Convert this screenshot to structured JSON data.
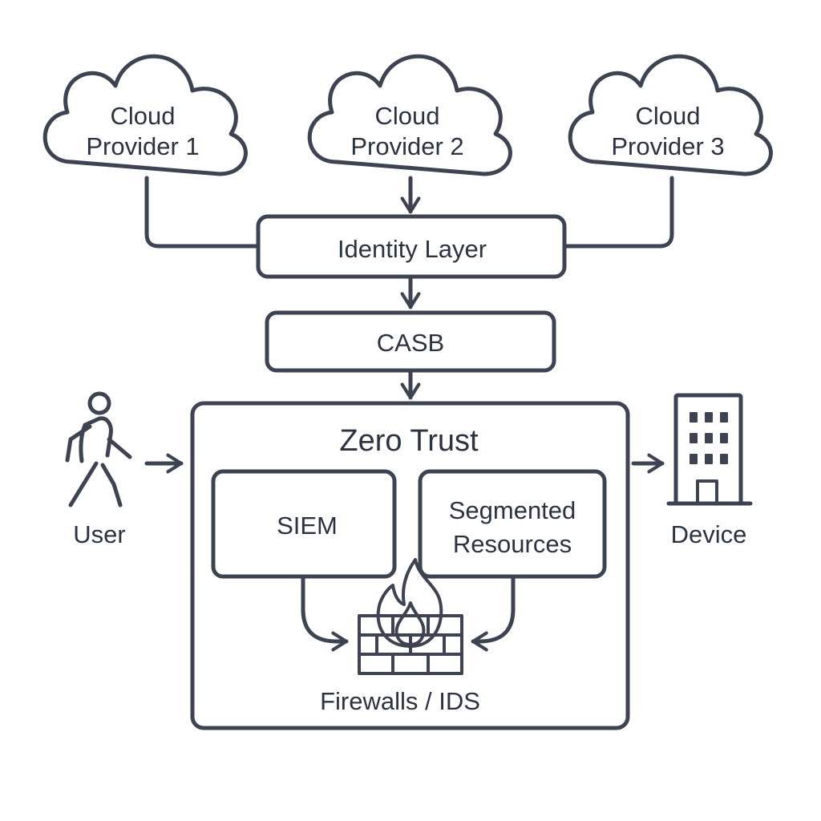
{
  "clouds": [
    {
      "line1": "Cloud",
      "line2": "Provider 1"
    },
    {
      "line1": "Cloud",
      "line2": "Provider 2"
    },
    {
      "line1": "Cloud",
      "line2": "Provider 3"
    }
  ],
  "identity_layer": {
    "label": "Identity Layer"
  },
  "casb": {
    "label": "CASB"
  },
  "zero_trust": {
    "title": "Zero Trust",
    "siem": {
      "label": "SIEM"
    },
    "segmented": {
      "line1": "Segmented",
      "line2": "Resources"
    },
    "firewall": {
      "label": "Firewalls / IDS",
      "icon": "firewall-icon"
    }
  },
  "user": {
    "label": "User",
    "icon": "walking-person-icon"
  },
  "device": {
    "label": "Device",
    "icon": "building-icon"
  },
  "colors": {
    "stroke": "#3d4350",
    "text": "#2c3340",
    "background": "#ffffff"
  }
}
